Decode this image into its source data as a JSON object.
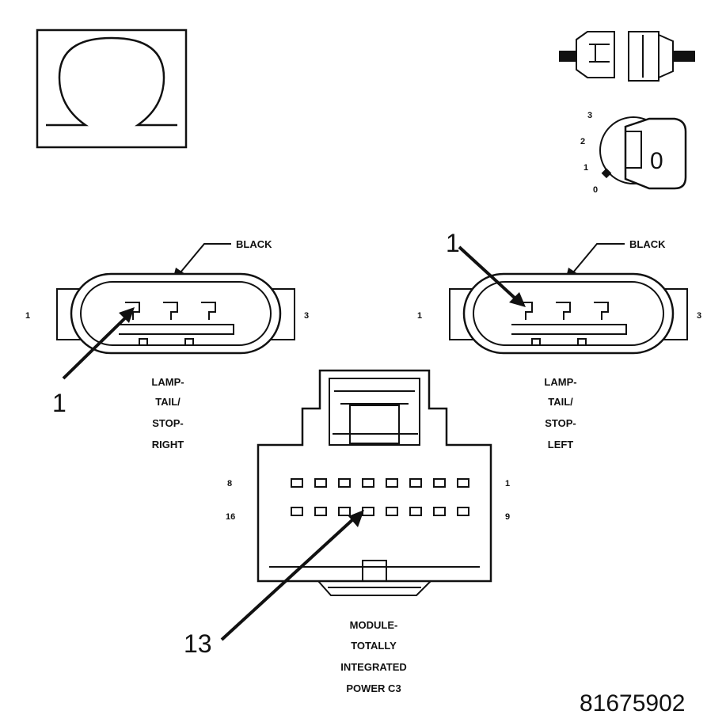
{
  "diagram": {
    "figure_id": "81675902",
    "connector_right": {
      "color_label": "BLACK",
      "pin_left": "1",
      "pin_right": "3",
      "callout": "1",
      "name_lines": [
        "LAMP-",
        "TAIL/",
        "STOP-",
        "RIGHT"
      ]
    },
    "connector_left": {
      "color_label": "BLACK",
      "pin_left": "1",
      "pin_right": "3",
      "callout": "1",
      "name_lines": [
        "LAMP-",
        "TAIL/",
        "STOP-",
        "LEFT"
      ]
    },
    "module": {
      "pin_top_left": "8",
      "pin_top_right": "1",
      "pin_bottom_left": "16",
      "pin_bottom_right": "9",
      "callout": "13",
      "name_lines": [
        "MODULE-",
        "TOTALLY",
        "INTEGRATED",
        "POWER C3"
      ]
    },
    "ignition": {
      "positions": [
        "3",
        "2",
        "1",
        "0"
      ],
      "key_mark": "0"
    },
    "icons": [
      "ohm-icon",
      "connector-unplugged-icon",
      "ignition-key-icon"
    ]
  }
}
